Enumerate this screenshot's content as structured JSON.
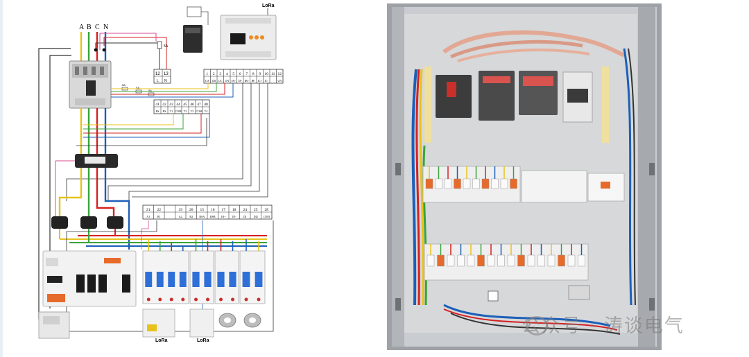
{
  "phase_labels": [
    "A",
    "B",
    "C",
    "N"
  ],
  "small_device_label": "LoRa",
  "fuse_label": "5A",
  "fuse_labels_middle": [
    "5A",
    "5A",
    "5A"
  ],
  "terminal_12_13": {
    "numbers": [
      "12",
      "13"
    ],
    "names": [
      "L",
      "N"
    ]
  },
  "terminal_top": {
    "numbers": [
      "1",
      "2",
      "3",
      "4",
      "5",
      "6",
      "7",
      "8",
      "9",
      "10",
      "11",
      "12"
    ],
    "names": [
      "UA",
      "UB",
      "UC",
      "UN",
      "IA+",
      "IA-",
      "IB+",
      "IB-",
      "IC+",
      "IC-",
      "",
      "UN"
    ]
  },
  "terminal_mid": {
    "numbers": [
      "41",
      "42",
      "43",
      "44",
      "45",
      "46",
      "47",
      "48"
    ],
    "names": [
      "RS",
      "RS",
      "T1",
      "COM",
      "T2",
      "T3",
      "COM",
      "T4"
    ]
  },
  "terminal_bottom": {
    "numbers": [
      "21",
      "22",
      "",
      "19",
      "20",
      "15",
      "16",
      "17",
      "18",
      "24",
      "25",
      "28"
    ],
    "names": [
      "A1",
      "B1",
      "",
      "A2",
      "B2",
      "RSA",
      "RSB",
      "IN+",
      "IN-",
      "DI",
      "DI2",
      "COM"
    ]
  },
  "bottom_lora_labels": [
    "LoRa",
    "LoRa"
  ],
  "watermark": "公众号 · 涛谈电气",
  "colors": {
    "phase_a": "#e8c21a",
    "phase_b": "#3aa33a",
    "phase_c": "#d62020",
    "neutral": "#1c5fb8",
    "black_wire": "#333333",
    "pink_wire": "#d84b8f",
    "cabinet_gray": "#b9bcc0",
    "breaker_blue": "#2f6fd8"
  }
}
